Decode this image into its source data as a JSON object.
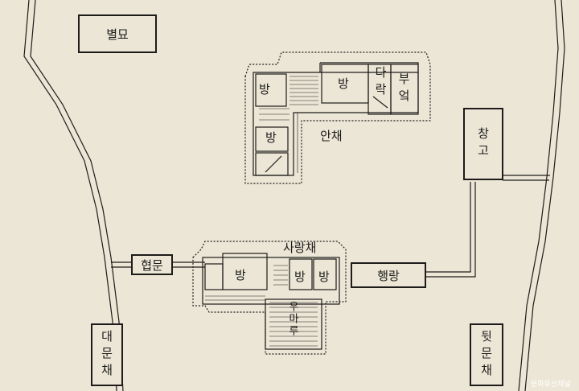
{
  "labels": {
    "byeolmyo": "별묘",
    "anchae": "안채",
    "sarangchae": "사랑채",
    "hyeopmun": "협문",
    "haengnang": "행랑",
    "changgo": "창고",
    "daemunchae": "대문채",
    "dwitmunchae": "뒷문채",
    "bang_an1": "방",
    "bang_an2": "방",
    "bang_an3": "방",
    "darak": "다락",
    "bueok": "부엌",
    "bang_sa1": "방",
    "bang_sa2": "방",
    "bang_sa3": "방",
    "maru": "우마루",
    "watermark": "문화유산채널"
  },
  "colors": {
    "paper": "#ebe6d6",
    "ink": "#1d1c1a"
  }
}
